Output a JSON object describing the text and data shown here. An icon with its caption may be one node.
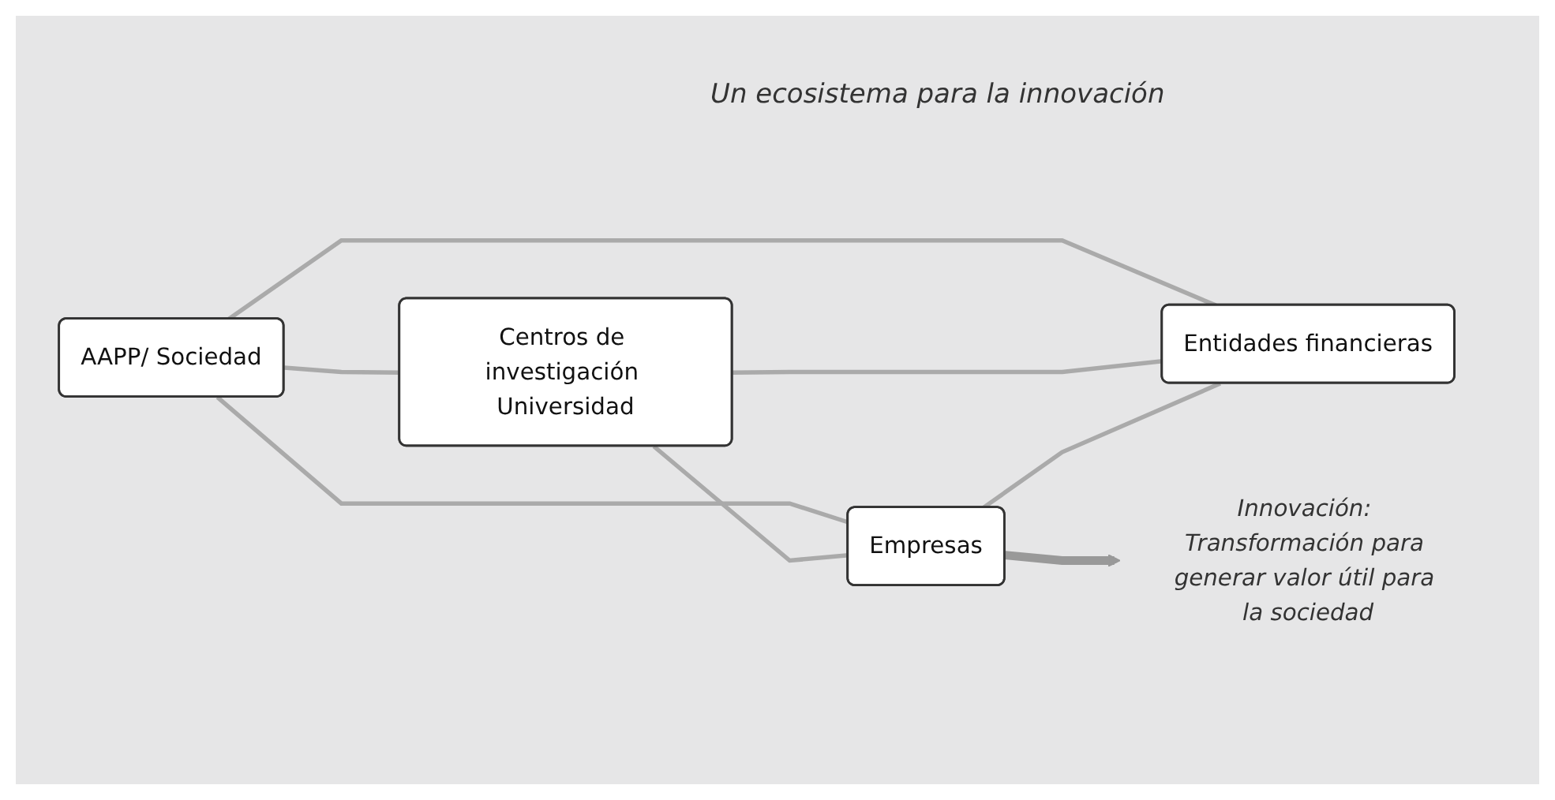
{
  "diagram": {
    "nodes": [
      {
        "text": [
          "AAPP/ Sociedad"
        ]
      },
      {
        "text": [
          "Centros de investigación Universidad"
        ]
      },
      {
        "text": [
          "Empresas"
        ]
      },
      {
        "text": [
          "Entidades financieras"
        ]
      },
      {
        "text": [
          "Innovación: Transformación para generar valor útil para la sociedad"
        ]
      }
    ],
    "edges": [
      {
        "from": 0,
        "to": 1,
        "arrow": "none"
      },
      {
        "from": 0,
        "to": 2,
        "arrow": "none"
      },
      {
        "from": 0,
        "to": 3,
        "arrow": "none"
      },
      {
        "from": 1,
        "to": 2,
        "arrow": "none"
      },
      {
        "from": 1,
        "to": 3,
        "arrow": "none"
      },
      {
        "from": 2,
        "to": 3,
        "arrow": "none"
      },
      {
        "from": 2,
        "to": 4,
        "arrow": "to",
        "style": "thick",
        "color": "#999999"
      }
    ],
    "labels": [
      "Un ecosistema para la innovación"
    ]
  }
}
